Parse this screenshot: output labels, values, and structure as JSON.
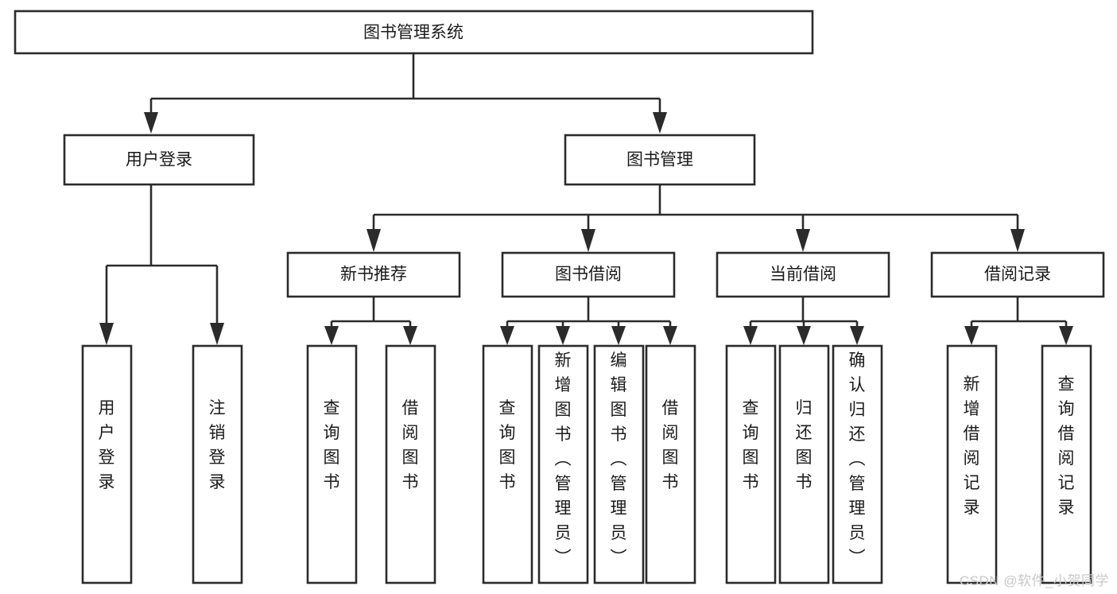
{
  "diagram": {
    "title": "图书管理系统",
    "type": "tree-hierarchy",
    "watermark": "CSDN @软件_小贺同学",
    "colors": {
      "background": "#ffffff",
      "box_fill": "#ffffff",
      "box_stroke": "#2b2b2b",
      "text": "#1a1a1a",
      "watermark": "#c9c9c9"
    },
    "nodes": {
      "root": {
        "label": "图书管理系统",
        "level": 0,
        "orientation": "horizontal"
      },
      "l1_a": {
        "label": "用户登录",
        "level": 1,
        "orientation": "horizontal"
      },
      "l1_b": {
        "label": "图书管理",
        "level": 1,
        "orientation": "horizontal"
      },
      "l2_a": {
        "label": "新书推荐",
        "level": 2,
        "orientation": "horizontal"
      },
      "l2_b": {
        "label": "图书借阅",
        "level": 2,
        "orientation": "horizontal"
      },
      "l2_c": {
        "label": "当前借阅",
        "level": 2,
        "orientation": "horizontal"
      },
      "l2_d": {
        "label": "借阅记录",
        "level": 2,
        "orientation": "horizontal"
      },
      "leaf_01": {
        "label": "用户登录",
        "level": 3,
        "orientation": "vertical",
        "parent": "用户登录"
      },
      "leaf_02": {
        "label": "注销登录",
        "level": 3,
        "orientation": "vertical",
        "parent": "用户登录"
      },
      "leaf_03": {
        "label": "查询图书",
        "level": 3,
        "orientation": "vertical",
        "parent": "新书推荐"
      },
      "leaf_04": {
        "label": "借阅图书",
        "level": 3,
        "orientation": "vertical",
        "parent": "新书推荐"
      },
      "leaf_05": {
        "label": "查询图书",
        "level": 3,
        "orientation": "vertical",
        "parent": "图书借阅"
      },
      "leaf_06": {
        "label": "新增图书（管理员）",
        "level": 3,
        "orientation": "vertical",
        "parent": "图书借阅"
      },
      "leaf_07": {
        "label": "编辑图书（管理员）",
        "level": 3,
        "orientation": "vertical",
        "parent": "图书借阅"
      },
      "leaf_08": {
        "label": "借阅图书",
        "level": 3,
        "orientation": "vertical",
        "parent": "图书借阅"
      },
      "leaf_09": {
        "label": "查询图书",
        "level": 3,
        "orientation": "vertical",
        "parent": "当前借阅"
      },
      "leaf_10": {
        "label": "归还图书",
        "level": 3,
        "orientation": "vertical",
        "parent": "当前借阅"
      },
      "leaf_11": {
        "label": "确认归还（管理员）",
        "level": 3,
        "orientation": "vertical",
        "parent": "当前借阅"
      },
      "leaf_12": {
        "label": "新增借阅记录",
        "level": 3,
        "orientation": "vertical",
        "parent": "借阅记录"
      },
      "leaf_13": {
        "label": "查询借阅记录",
        "level": 3,
        "orientation": "vertical",
        "parent": "借阅记录"
      }
    }
  }
}
